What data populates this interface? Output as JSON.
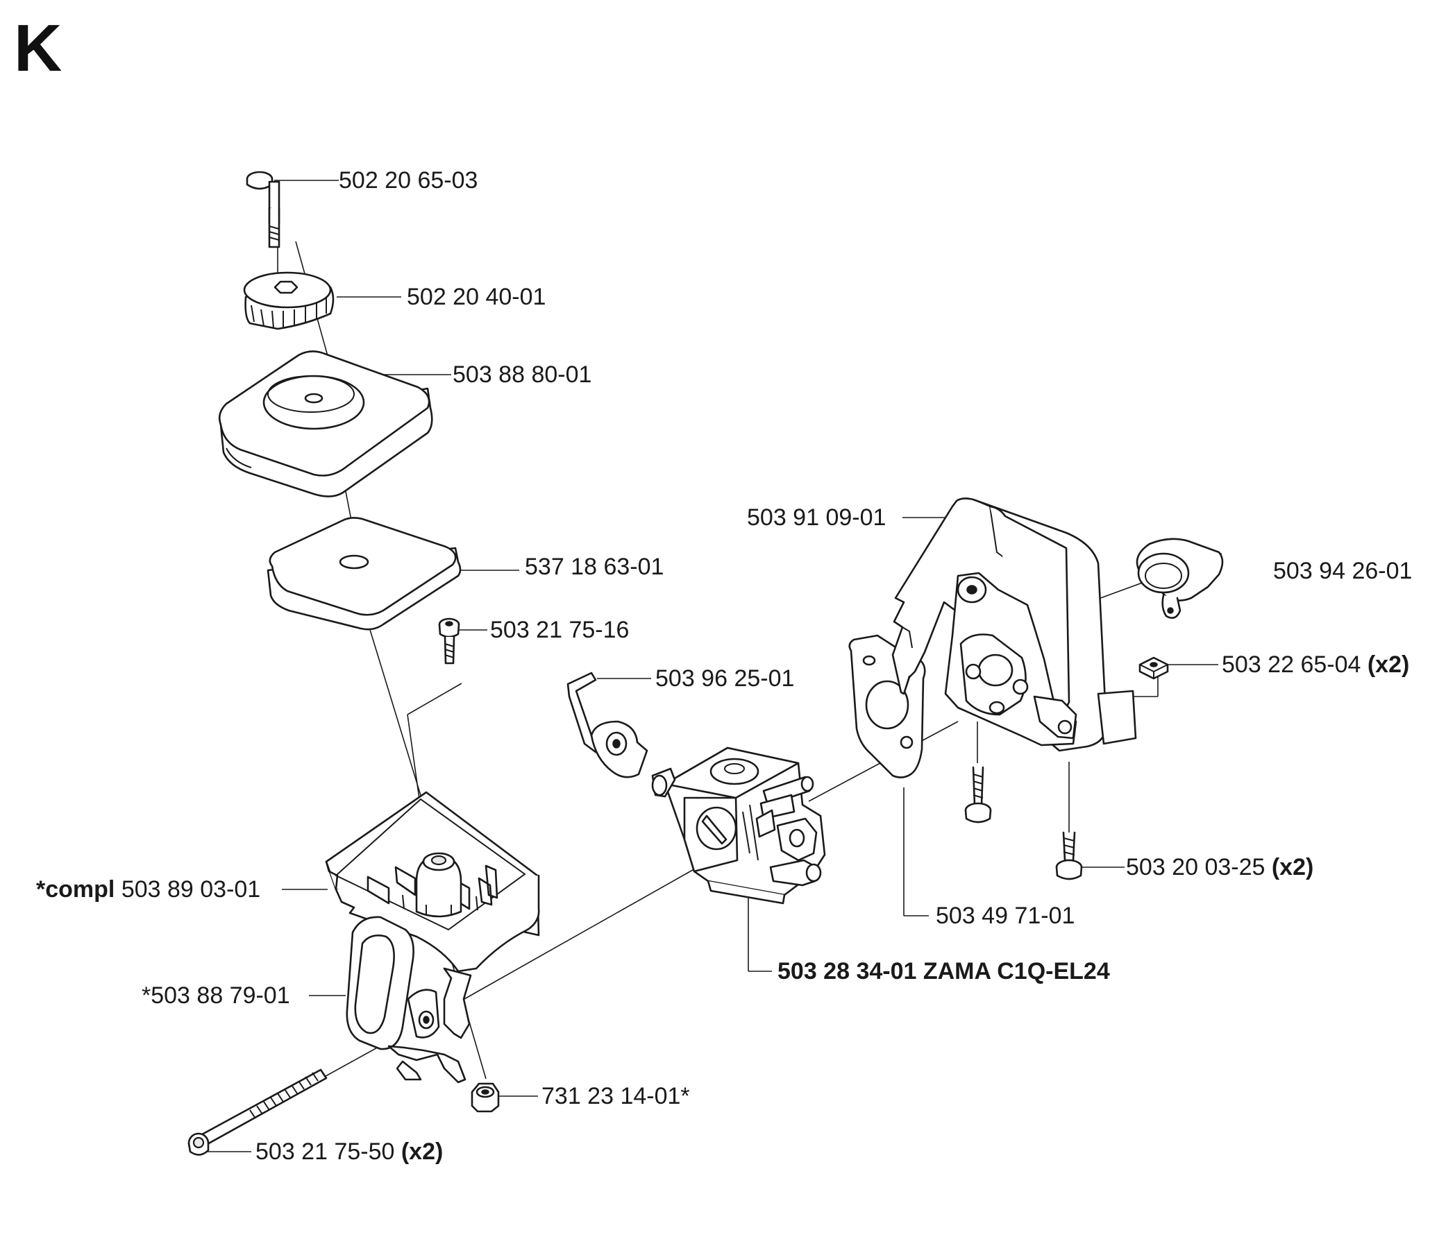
{
  "section_letter": "K",
  "parts": {
    "bolt_top": {
      "number": "502 20 65-03"
    },
    "knob": {
      "number": "502 20 40-01"
    },
    "filter_cover": {
      "number": "503 88 80-01"
    },
    "filter_element": {
      "number": "537 18 63-01"
    },
    "screw_small": {
      "number": "503 21 75-16"
    },
    "choke_lever": {
      "number": "503 96 25-01"
    },
    "filter_housing": {
      "prefix": "*compl",
      "number": "503 89 03-01"
    },
    "handle_pad": {
      "number": "*503 88 79-01"
    },
    "nut": {
      "number": "731 23 14-01*"
    },
    "long_screw": {
      "number": "503 21 75-50",
      "qty": "(x2)"
    },
    "carburetor": {
      "number": "503 28 34-01 ZAMA C1Q-EL24"
    },
    "gasket": {
      "number": "503 49 71-01"
    },
    "intake_bracket": {
      "number": "503 91 09-01"
    },
    "rubber_sleeve": {
      "number": "503 94 26-01"
    },
    "square_nut": {
      "number": "503 22 65-04",
      "qty": "(x2)"
    },
    "bracket_screw": {
      "number": "503 20 03-25",
      "qty": "(x2)"
    }
  }
}
